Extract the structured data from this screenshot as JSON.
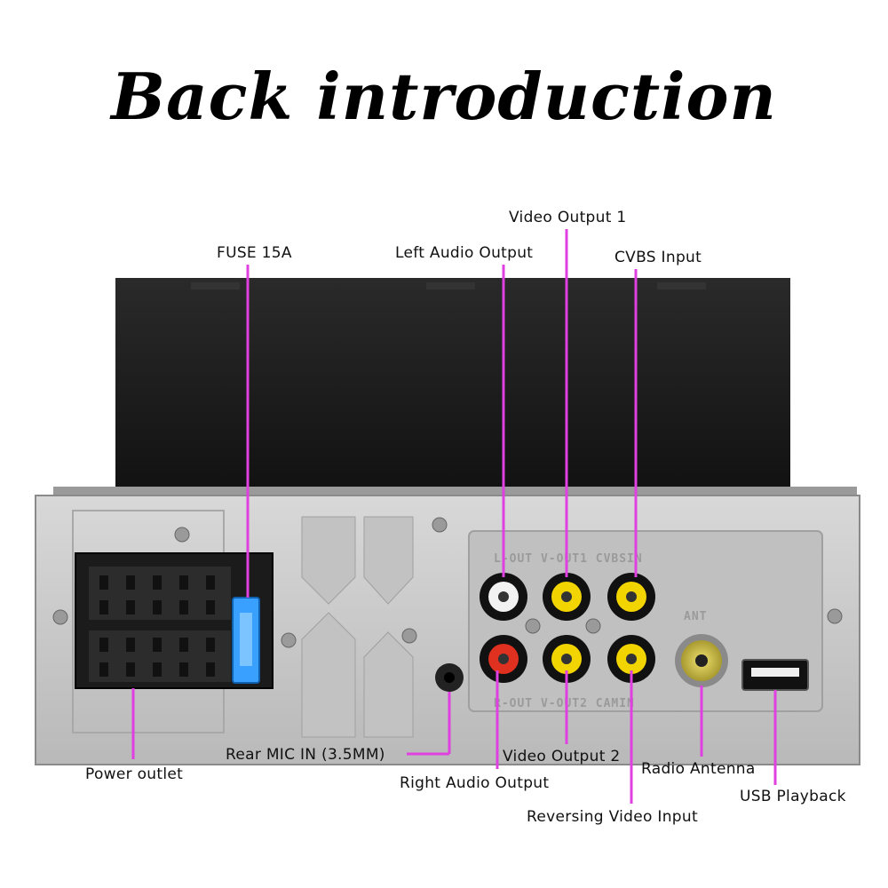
{
  "title": "Back introduction",
  "panel_text": {
    "top_row": "L-OUT V-OUT1 CVBSIN",
    "bottom_row": "R-OUT V-OUT2 CAMIN",
    "ant": "ANT"
  },
  "labels": {
    "fuse": "FUSE 15A",
    "left_audio": "Left Audio Output",
    "video_out1": "Video Output 1",
    "cvbs_in": "CVBS Input",
    "power_outlet": "Power outlet",
    "rear_mic": "Rear MIC IN (3.5MM)",
    "right_audio": "Right Audio Output",
    "video_out2": "Video Output 2",
    "reversing_video": "Reversing Video Input",
    "radio_antenna": "Radio Antenna",
    "usb": "USB Playback"
  },
  "colors": {
    "leader": "#e040e0",
    "housing": "#1a1a1a",
    "plate": "#c8c8c8",
    "rca_yellow": "#f2d400",
    "rca_red": "#e03020",
    "rca_white": "#f2f2f2",
    "fuse_blue": "#3aa0ff"
  }
}
